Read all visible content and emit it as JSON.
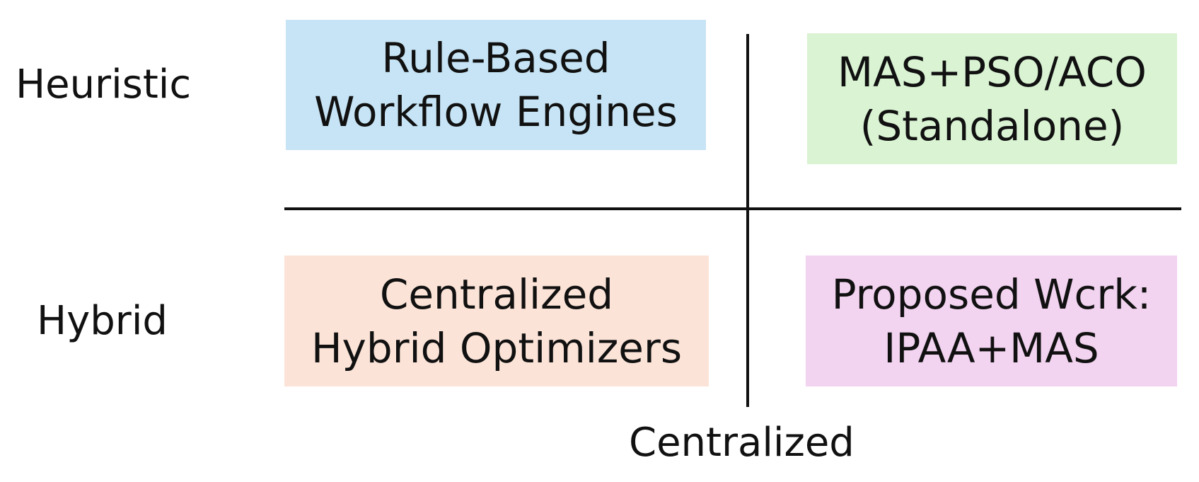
{
  "rows": {
    "top_label": "Heuristic",
    "bottom_label": "Hybrid"
  },
  "quadrants": {
    "top_left": {
      "line1": "Rule-Based",
      "line2": "Workflow Engines",
      "color": "#c6e4f5"
    },
    "top_right": {
      "line1": "MAS+PSO/ACO",
      "line2": "(Standalone)",
      "color": "#d9f3d3"
    },
    "bottom_left": {
      "line1": "Centralized",
      "line2": "Hybrid Optimizers",
      "color": "#fbe3d7"
    },
    "bottom_right": {
      "line1": "Proposed Wcrk:",
      "line2": "IPAA+MAS",
      "color": "#f2d3f0"
    }
  },
  "axis": {
    "bottom_label": "Centralized"
  }
}
